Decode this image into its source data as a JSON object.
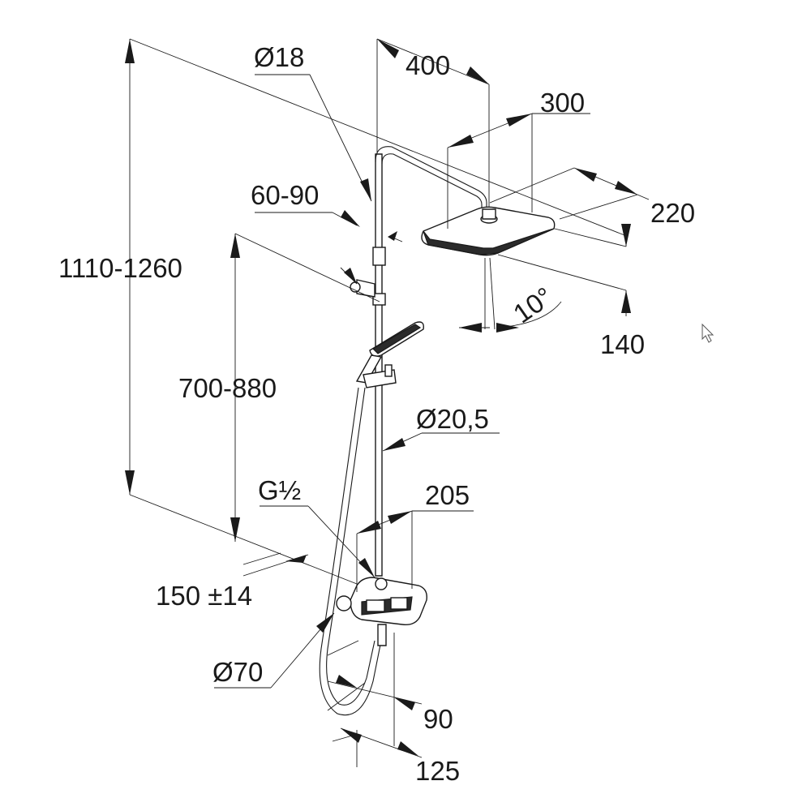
{
  "dimensions": {
    "pipe_diameter": "Ø18",
    "head_reach": "400",
    "head_width": "300",
    "head_depth": "220",
    "head_height": "140",
    "head_angle": "10°",
    "holder_range": "60-90",
    "total_height": "1110-1260",
    "hand_height": "700-880",
    "riser_diameter": "Ø20,5",
    "thread": "G½",
    "valve_width": "205",
    "spacing": "150 ±14",
    "escutcheon_diameter": "Ø70",
    "projection_90": "90",
    "projection_125": "125"
  }
}
